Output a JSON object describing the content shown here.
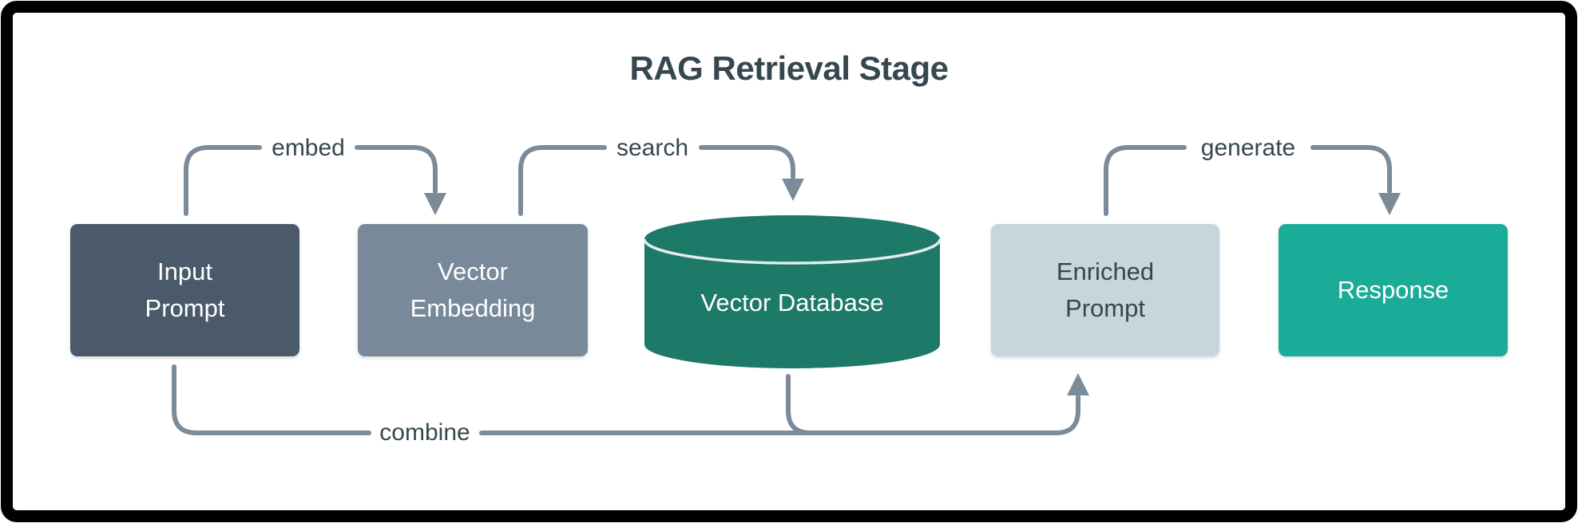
{
  "diagram": {
    "title": "RAG Retrieval Stage",
    "nodes": [
      {
        "id": "input-prompt",
        "label": "Input\nPrompt",
        "shape": "rect",
        "bg": "#4a5a6a",
        "text_color": "#ffffff"
      },
      {
        "id": "vector-embedding",
        "label": "Vector\nEmbedding",
        "shape": "rect",
        "bg": "#78899a",
        "text_color": "#ffffff"
      },
      {
        "id": "vector-database",
        "label": "Vector Database",
        "shape": "cylinder",
        "bg": "#1e7a68",
        "text_color": "#ffffff"
      },
      {
        "id": "enriched-prompt",
        "label": "Enriched\nPrompt",
        "shape": "rect",
        "bg": "#c9d5dc",
        "text_color": "#36474f"
      },
      {
        "id": "response",
        "label": "Response",
        "shape": "rect",
        "bg": "#1aab99",
        "text_color": "#ffffff"
      }
    ],
    "edges": [
      {
        "id": "embed",
        "label": "embed",
        "from": "Input Prompt",
        "to": "Vector Embedding"
      },
      {
        "id": "search",
        "label": "search",
        "from": "Vector Embedding",
        "to": "Vector Database"
      },
      {
        "id": "generate",
        "label": "generate",
        "from": "Enriched Prompt",
        "to": "Response"
      },
      {
        "id": "combine",
        "label": "combine",
        "from": "Input Prompt",
        "to": "Enriched Prompt"
      }
    ],
    "colors": {
      "edge_stroke": "#7b8b9a",
      "title_text": "#36474f",
      "frame_border": "#000000",
      "background": "#ffffff",
      "cylinder_separator": "#e3ebee"
    }
  }
}
